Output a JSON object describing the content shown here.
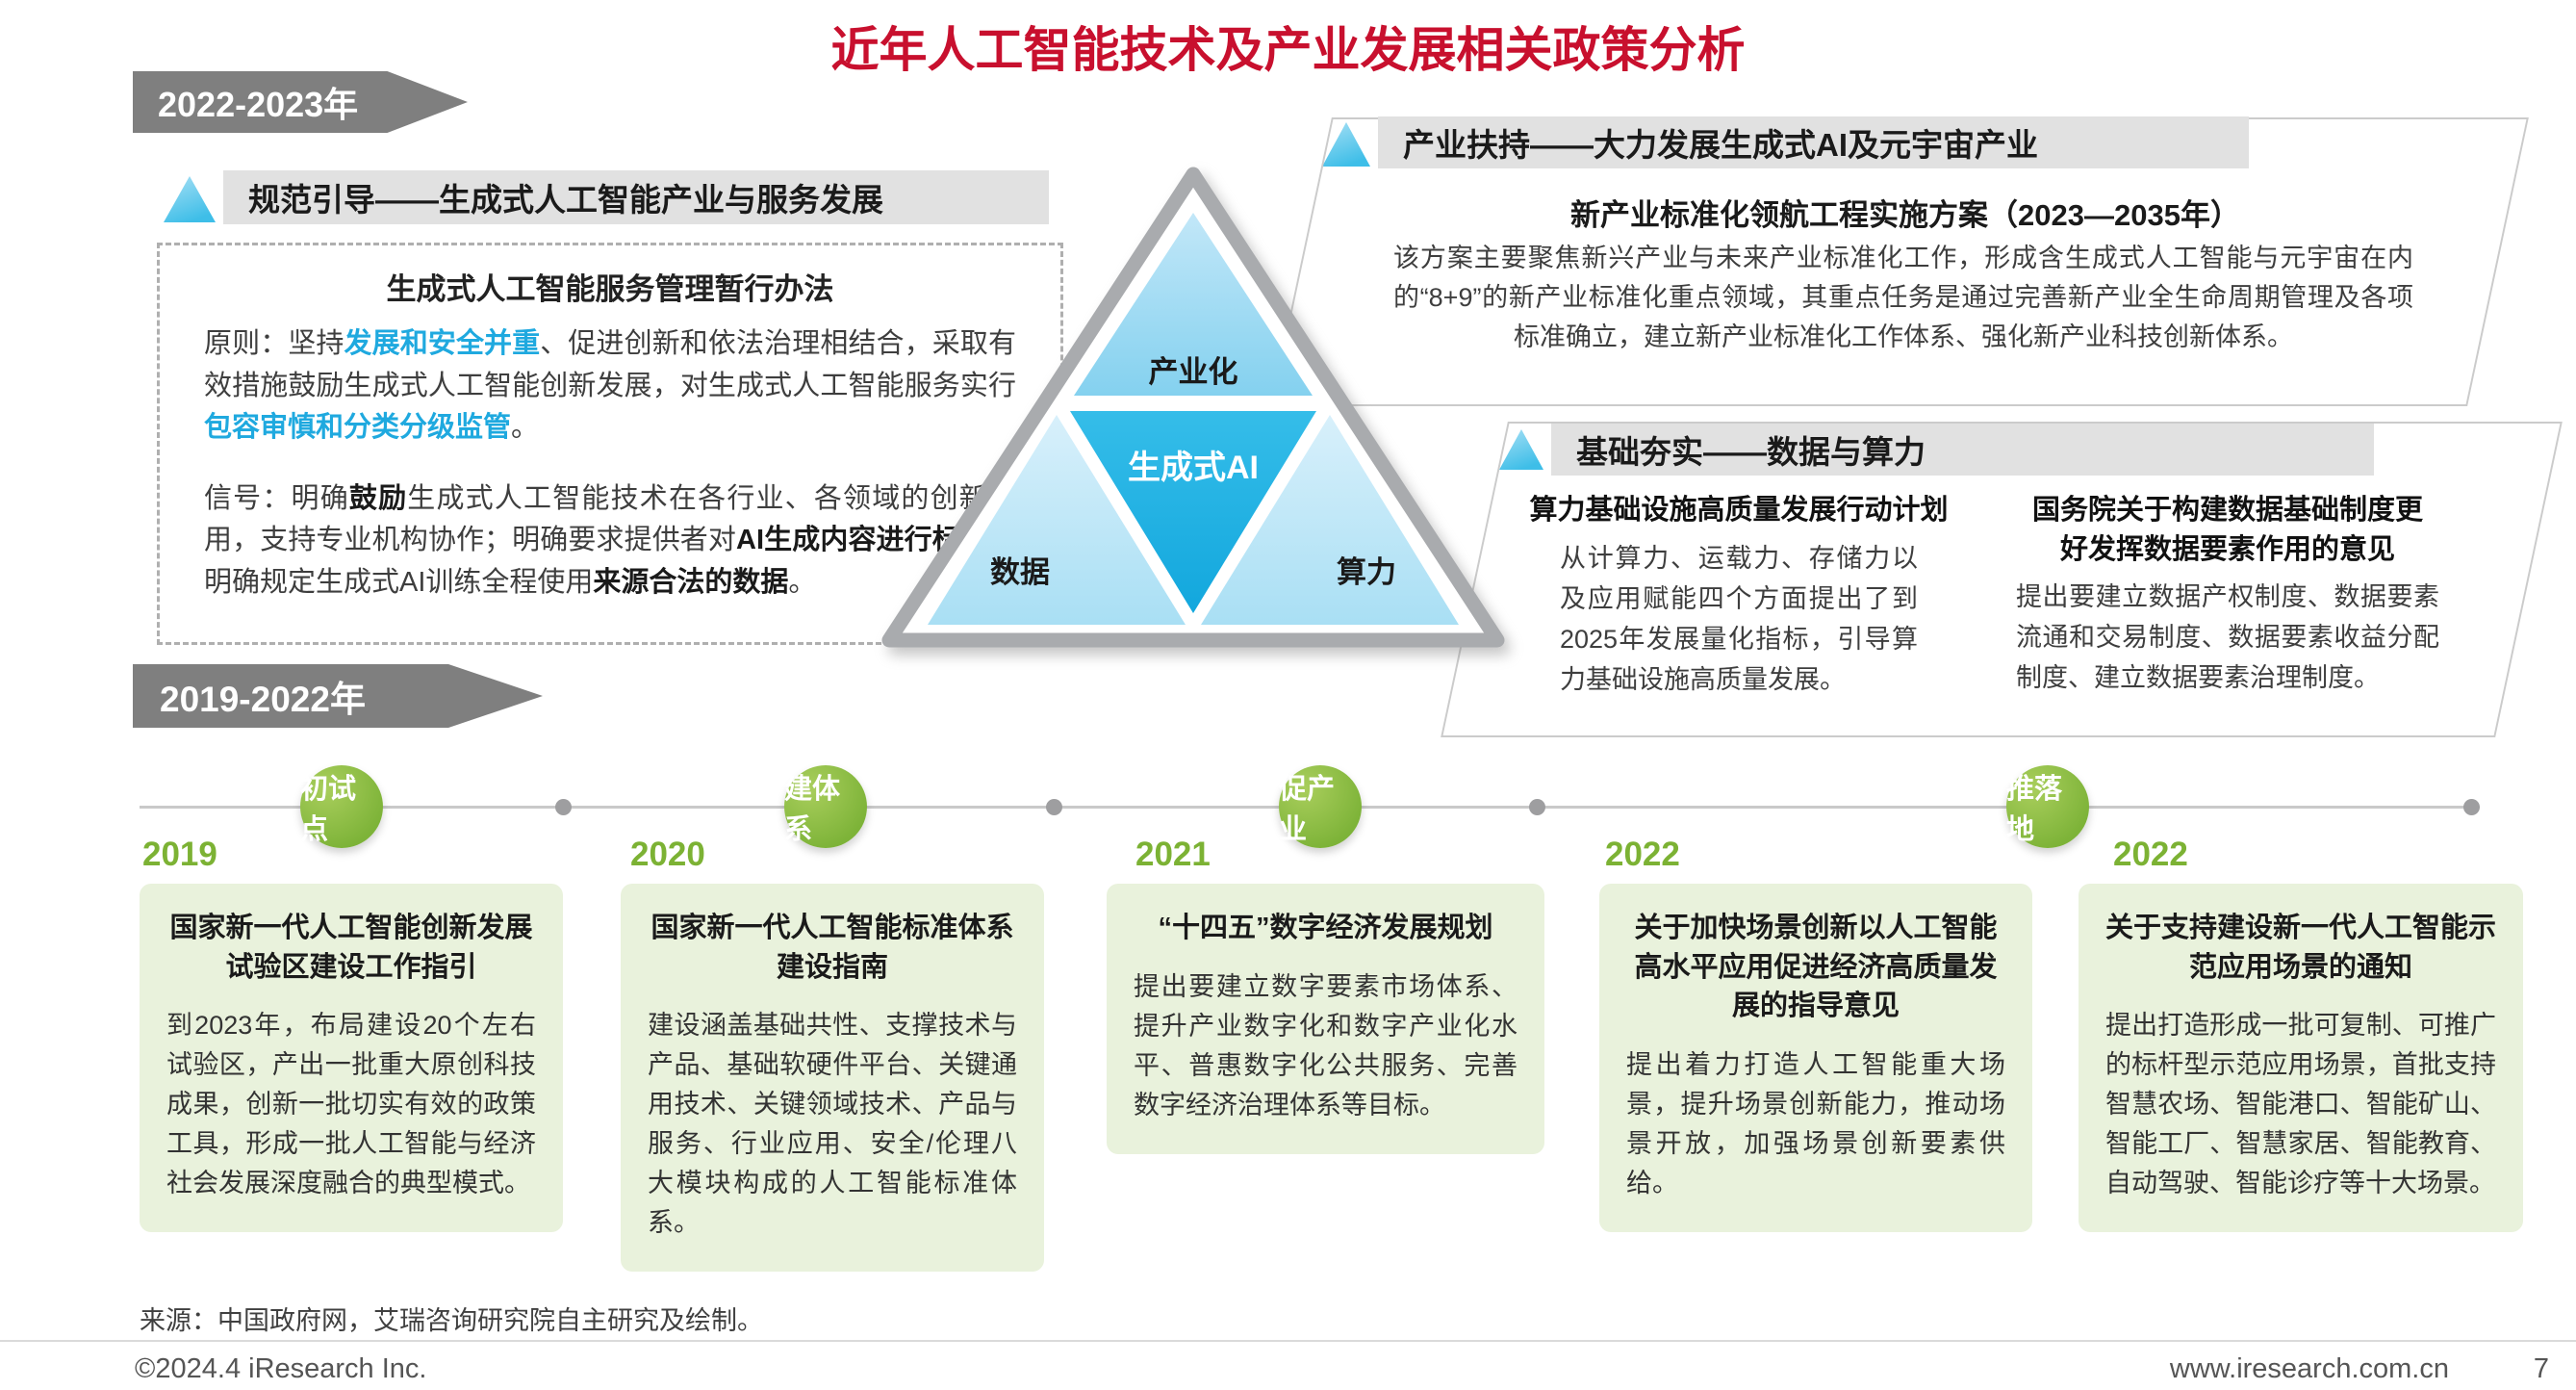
{
  "page": {
    "title": "近年人工智能技术及产业发展相关政策分析",
    "source": "来源：中国政府网，艾瑞咨询研究院自主研究及绘制。",
    "footer": {
      "copyright": "©2024.4 iResearch Inc.",
      "website": "www.iresearch.com.cn",
      "page_number": "7"
    }
  },
  "colors": {
    "title_red": "#C8102E",
    "highlight_cyan": "#1FA9DF",
    "timeline_green": "#7CB234",
    "pyramid_blue": "#1FB1E3",
    "card_bg": "#E9F2DC",
    "banner_gray": "#E1E1E1",
    "arrow_gray": "#7F7F7F"
  },
  "period": {
    "top": "2022-2023年",
    "bottom": "2019-2022年"
  },
  "guide": {
    "banner": "规范引导——生成式人工智能产业与服务发展",
    "box_title": "生成式人工智能服务管理暂行办法",
    "principle": [
      {
        "t": "原则：坚持",
        "s": "n"
      },
      {
        "t": "发展和安全并重",
        "s": "c"
      },
      {
        "t": "、促进创新和依法治理相结合，采取有效措施鼓励生成式人工智能创新发展，对生成式人工智能服务实行",
        "s": "n"
      },
      {
        "t": "包容审慎和分类分级监管",
        "s": "c"
      },
      {
        "t": "。",
        "s": "n"
      }
    ],
    "signal": [
      {
        "t": "信号：明确",
        "s": "n"
      },
      {
        "t": "鼓励",
        "s": "b"
      },
      {
        "t": "生成式人工智能技术在各行业、各领域的创新应用，支持专业机构协作；明确要求提供者对",
        "s": "n"
      },
      {
        "t": "AI生成内容进行标识",
        "s": "b"
      },
      {
        "t": "；明确规定生成式AI训练全程使用",
        "s": "n"
      },
      {
        "t": "来源合法的数据",
        "s": "b"
      },
      {
        "t": "。",
        "s": "n"
      }
    ]
  },
  "pyramid": {
    "top": "产业化",
    "center": "生成式AI",
    "left": "数据",
    "right": "算力"
  },
  "industry": {
    "banner": "产业扶持——大力发展生成式AI及元宇宙产业",
    "title": "新产业标准化领航工程实施方案（2023—2035年）",
    "body": "该方案主要聚焦新兴产业与未来产业标准化工作，形成含生成式人工智能与元宇宙在内的“8+9”的新产业标准化重点领域，其重点任务是通过完善新产业全生命周期管理及各项标准确立，建立新产业标准化工作体系、强化新产业科技创新体系。"
  },
  "foundation": {
    "banner": "基础夯实——数据与算力",
    "cols": [
      {
        "title": "算力基础设施高质量发展行动计划",
        "body": "从计算力、运载力、存储力以及应用赋能四个方面提出了到2025年发展量化指标，引导算力基础设施高质量发展。"
      },
      {
        "title": "国务院关于构建数据基础制度更好发挥数据要素作用的意见",
        "body": "提出要建立数据产权制度、数据要素流通和交易制度、数据要素收益分配制度、建立数据要素治理制度。"
      }
    ]
  },
  "timeline": {
    "milestones": [
      {
        "label": "初试点"
      },
      {
        "label": "建体系"
      },
      {
        "label": "促产业"
      },
      {
        "label": "推落地"
      }
    ],
    "cards": [
      {
        "year": "2019",
        "title": "国家新一代人工智能创新发展试验区建设工作指引",
        "body": "到2023年，布局建设20个左右试验区，产出一批重大原创科技成果，创新一批切实有效的政策工具，形成一批人工智能与经济社会发展深度融合的典型模式。"
      },
      {
        "year": "2020",
        "title": "国家新一代人工智能标准体系建设指南",
        "body": "建设涵盖基础共性、支撑技术与产品、基础软硬件平台、关键通用技术、关键领域技术、产品与服务、行业应用、安全/伦理八大模块构成的人工智能标准体系。"
      },
      {
        "year": "2021",
        "title": "“十四五”数字经济发展规划",
        "body": "提出要建立数字要素市场体系、提升产业数字化和数字产业化水平、普惠数字化公共服务、完善数字经济治理体系等目标。"
      },
      {
        "year": "2022",
        "title": "关于加快场景创新以人工智能高水平应用促进经济高质量发展的指导意见",
        "body": "提出着力打造人工智能重大场景，提升场景创新能力，推动场景开放，加强场景创新要素供给。"
      },
      {
        "year": "2022",
        "title": "关于支持建设新一代人工智能示范应用场景的通知",
        "body": "提出打造形成一批可复制、可推广的标杆型示范应用场景，首批支持智慧农场、智能港口、智能矿山、智能工厂、智慧家居、智能教育、自动驾驶、智能诊疗等十大场景。"
      }
    ]
  }
}
